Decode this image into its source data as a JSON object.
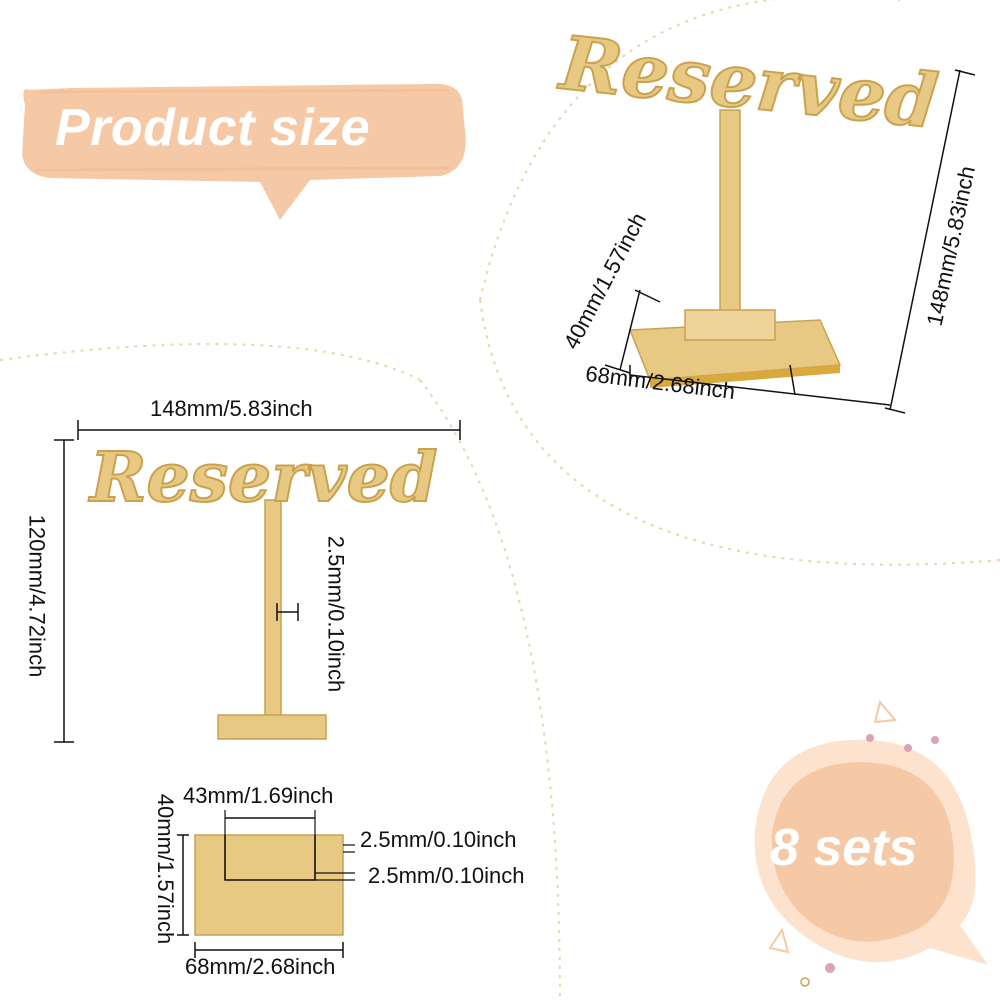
{
  "header": {
    "title": "Product size"
  },
  "badge": {
    "label": "8 sets"
  },
  "sign_word": "Reserved",
  "top_view": {
    "height_label": "148mm/5.83inch",
    "base_depth_label": "40mm/1.57inch",
    "base_width_label": "68mm/2.68inch"
  },
  "front_view": {
    "width_label": "148mm/5.83inch",
    "height_label": "120mm/4.72inch",
    "thickness_label": "2.5mm/0.10inch"
  },
  "base_view": {
    "slot_length_label": "43mm/1.69inch",
    "depth_label": "40mm/1.57inch",
    "width_label": "68mm/2.68inch",
    "slot_width_label": "2.5mm/0.10inch",
    "slot_depth_label": "2.5mm/0.10inch"
  },
  "colors": {
    "gold": "#e8c983",
    "gold_dark": "#c9a24f",
    "peach": "#f5c9a6",
    "badge_light": "#fde3cd",
    "dotted": "#e9d6a8"
  }
}
